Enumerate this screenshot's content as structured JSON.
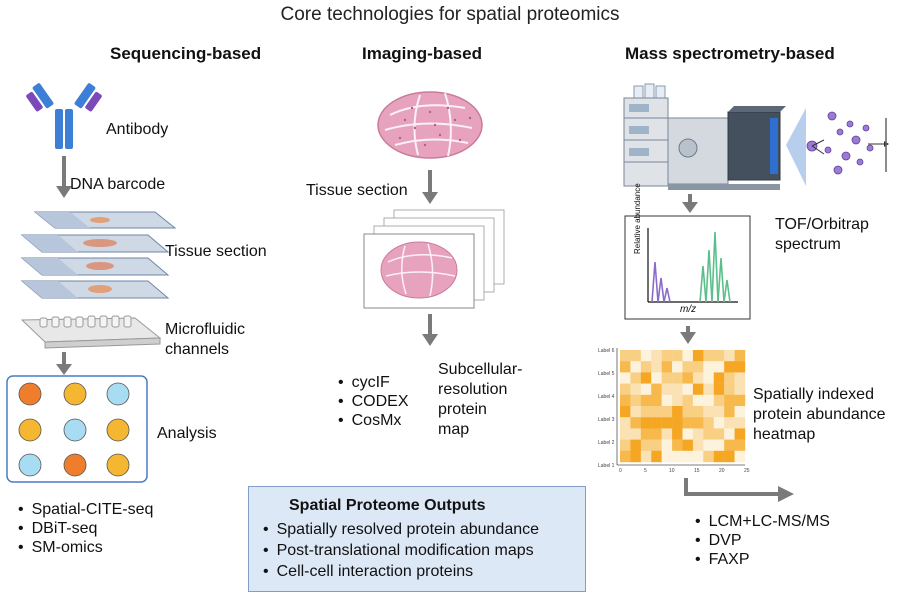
{
  "title": "Core technologies for spatial proteomics",
  "columns": {
    "sequencing": {
      "header": "Sequencing-based",
      "labels": {
        "antibody": "Antibody",
        "dna_barcode": "DNA barcode",
        "tissue_section": "Tissue section",
        "microfluidic": [
          "Microfluidic",
          "channels"
        ],
        "analysis": "Analysis"
      },
      "methods": [
        "Spatial-CITE-seq",
        "DBiT-seq",
        "SM-omics"
      ],
      "dots": [
        "#f07d2b",
        "#f5b731",
        "#a8dcf2",
        "#f5b731",
        "#a8dcf2",
        "#f5b731",
        "#a8dcf2",
        "#f07d2b",
        "#f5b731"
      ]
    },
    "imaging": {
      "header": "Imaging-based",
      "labels": {
        "tissue_section": "Tissue section",
        "map": [
          "Subcellular-",
          "resolution",
          "protein",
          "map"
        ]
      },
      "methods": [
        "cycIF",
        "CODEX",
        "CosMx"
      ]
    },
    "mass_spec": {
      "header": "Mass spectrometry-based",
      "labels": {
        "spectrum": [
          "TOF/Orbitrap",
          "spectrum"
        ],
        "heatmap": [
          "Spatially indexed",
          "protein abundance",
          "heatmap"
        ],
        "y_axis": "Relative abundance",
        "x_axis": "m/z"
      },
      "heatmap_rows": [
        "Label 6",
        "Label 5",
        "Label 4",
        "Label 3",
        "Label 2",
        "Label 1"
      ],
      "heatmap_xticks": [
        "0",
        "5",
        "10",
        "15",
        "20",
        "25"
      ],
      "methods": [
        "LCM+LC-MS/MS",
        "DVP",
        "FAXP"
      ]
    }
  },
  "outputs": {
    "title": "Spatial Proteome Outputs",
    "items": [
      "Spatially resolved protein abundance",
      "Post-translational modification maps",
      "Cell-cell interaction proteins"
    ]
  },
  "colors": {
    "arrow": "#7a7a7a",
    "antibody_blue": "#3d7fd6",
    "antibody_purple": "#7b4ab8",
    "tissue_pink": "#e7a3bd",
    "peak_purple": "#8b6bc9",
    "peak_green": "#5cbf8b",
    "heat_dark": "#f5a623",
    "heat_light": "#fdf2dc"
  }
}
